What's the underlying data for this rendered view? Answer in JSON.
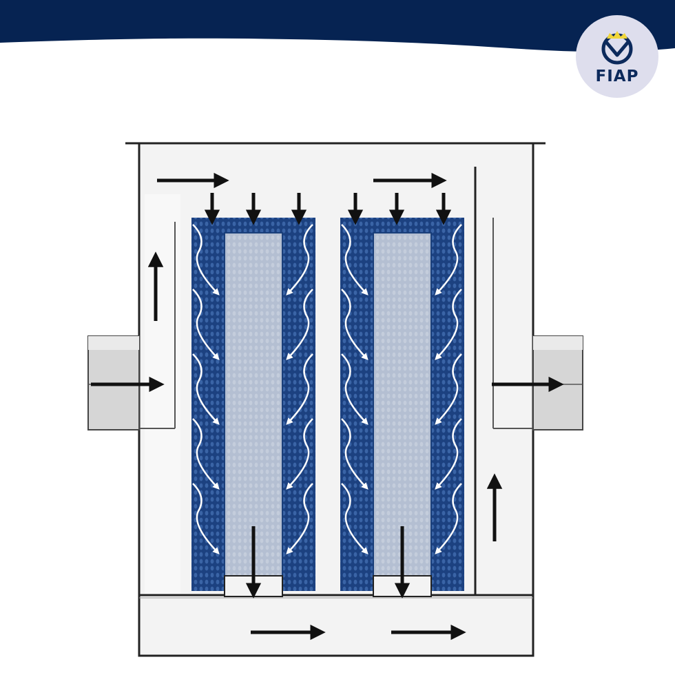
{
  "logo": {
    "text": "FIAP",
    "icon": "wheel-crown-icon"
  },
  "colors": {
    "banner": "#062352",
    "filter_blue": "#1a3f7a",
    "core": "#b4bfd2",
    "housing_fill": "#f1f1f1",
    "arrow": "#111111",
    "flow_arrow": "#ffffff",
    "logo_bg": "#dedeed",
    "logo_text": "#0c2a5c",
    "crown": "#f0d63a"
  },
  "diagram": {
    "elements": [
      "housing",
      "inlet-pipe",
      "outlet-pipe",
      "filter-cartridge",
      "filter-cartridge",
      "bottom-channel"
    ],
    "flow_arrows": [
      "right",
      "right",
      "down",
      "down",
      "down",
      "down",
      "down",
      "down",
      "up",
      "up",
      "down",
      "down",
      "right",
      "right",
      "right",
      "right"
    ]
  }
}
